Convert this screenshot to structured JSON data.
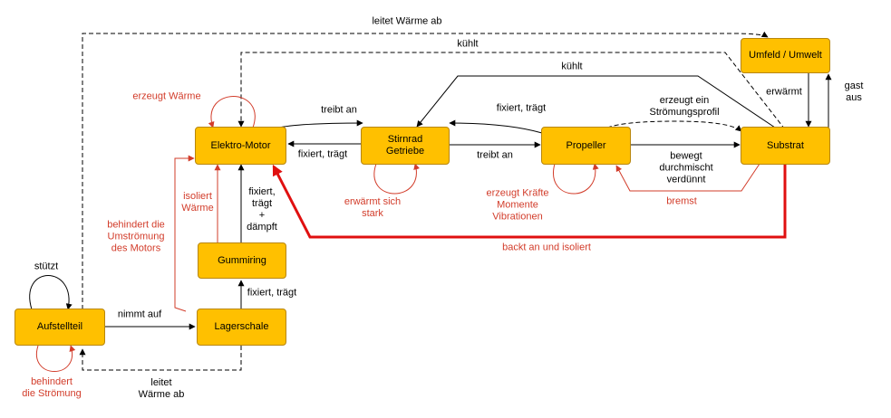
{
  "nodes": {
    "elektro_motor": "Elektro-Motor",
    "stirnrad_getriebe": "Stirnrad\nGetriebe",
    "propeller": "Propeller",
    "substrat": "Substrat",
    "umfeld_umwelt": "Umfeld / Umwelt",
    "gummiring": "Gummiring",
    "aufstellteil": "Aufstellteil",
    "lagerschale": "Lagerschale"
  },
  "edges": {
    "leitet_waerme_ab_top": "leitet Wärme ab",
    "kuehlt_upper": "kühlt",
    "kuehlt_lower": "kühlt",
    "erzeugt_waerme": "erzeugt Wärme",
    "treibt_an_motor": "treibt an",
    "fixiert_traegt_motor": "fixiert, trägt",
    "fixiert_traegt_getriebe": "fixiert, trägt",
    "treibt_an_getriebe": "treibt an",
    "erzeugt_stroemungsprofil": "erzeugt ein\nStrömungsprofil",
    "erwaermt": "erwärmt",
    "gast_aus": "gast aus",
    "bewegt": "bewegt\ndurchmischt\nverdünnt",
    "bremst": "bremst",
    "erwaermt_sich_stark": "erwärmt sich\nstark",
    "erzeugt_kraefte": "erzeugt Kräfte\nMomente\nVibrationen",
    "backt_an": "backt an und isoliert",
    "isoliert_waerme": "isoliert\nWärme",
    "fixiert_traegt_daempft": "fixiert,\nträgt\n+\ndämpft",
    "behindert_umstroemung": "behindert die\nUmströmung\ndes Motors",
    "fixiert_traegt_lager": "fixiert, trägt",
    "stuetzt": "stützt",
    "nimmt_auf": "nimmt auf",
    "behindert_stroemung": "behindert\ndie Strömung",
    "leitet_waerme_ab_bottom": "leitet\nWärme ab"
  },
  "colors": {
    "node_fill": "#ffc000",
    "node_border": "#b8860b",
    "edge_black": "#000000",
    "edge_red": "#d23c2a",
    "edge_bold_red": "#e01010"
  }
}
